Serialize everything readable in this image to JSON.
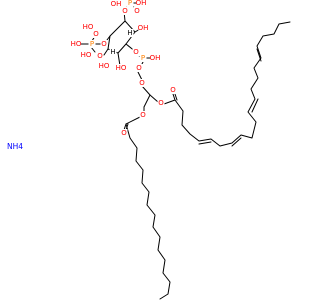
{
  "molecule": {
    "counter_ion": "NH4",
    "atom_labels": {
      "phosphorus": "P",
      "oxygen": "O",
      "hydroxyl": "OH",
      "hydroxyl_left": "HO",
      "hydrogen": "H"
    },
    "colors": {
      "oxygen": "#ff0000",
      "phosphorus": "#ff8000",
      "nitrogen": "#0000ff",
      "bond": "#000000"
    }
  }
}
